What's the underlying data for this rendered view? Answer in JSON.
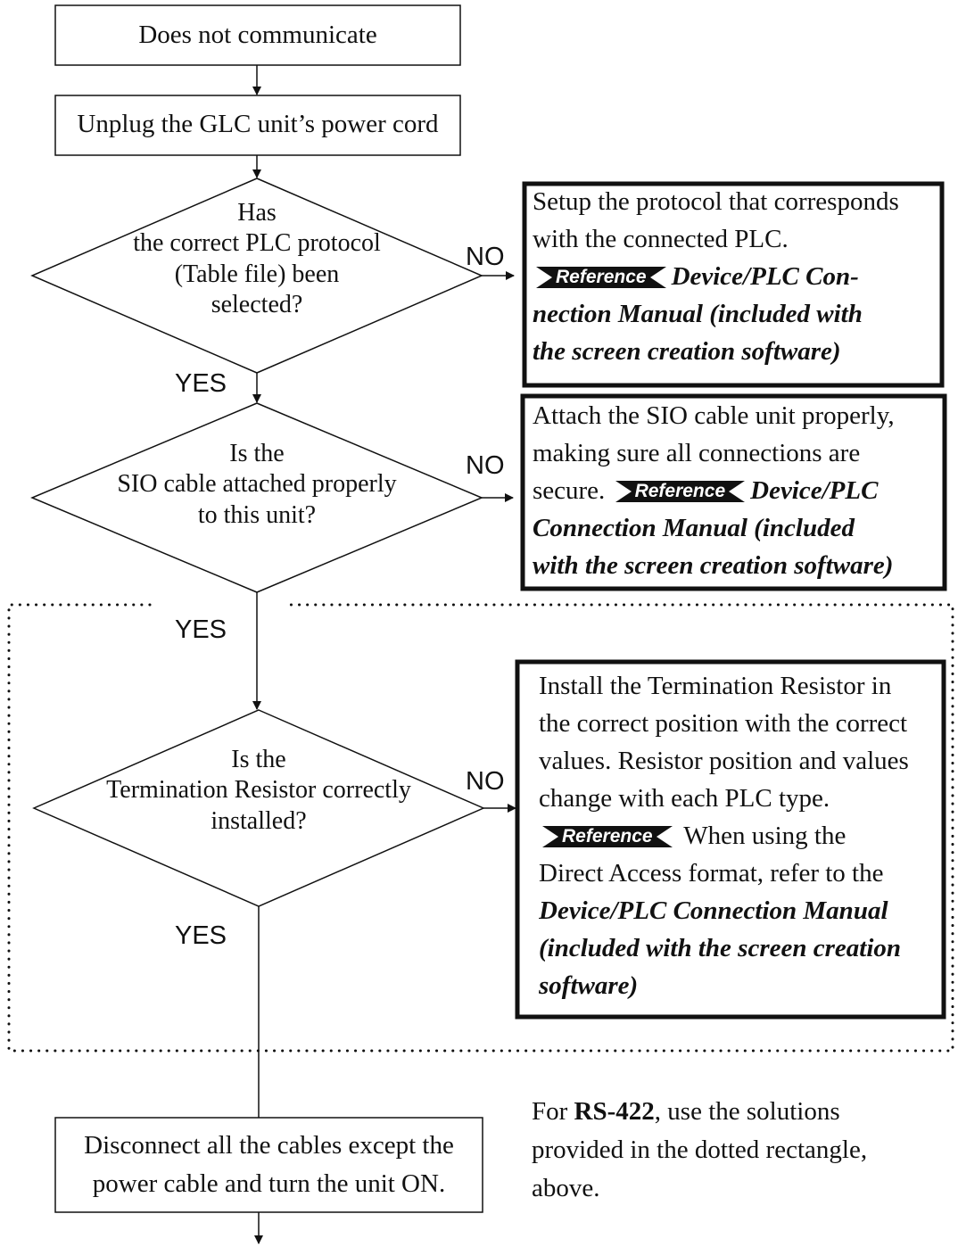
{
  "start_box": {
    "text": "Does not communicate"
  },
  "step_unplug": {
    "text": "Unplug the GLC unit’s power cord"
  },
  "decision_protocol": {
    "lines": [
      "Has",
      "the correct PLC protocol",
      "(Table file) been",
      "selected?"
    ],
    "no_label": "NO",
    "yes_label": "YES"
  },
  "solution_protocol": {
    "line1": "Setup the protocol that corresponds",
    "line2": "with the connected PLC.",
    "ref_badge": "Reference",
    "line3": "Device/PLC Con-",
    "line4": "nection Manual (included with",
    "line5": "the screen creation software)"
  },
  "decision_sio": {
    "lines": [
      "Is the",
      "SIO cable attached properly",
      "to this unit?"
    ],
    "no_label": "NO",
    "yes_label": "YES"
  },
  "solution_sio": {
    "line1": "Attach the SIO cable unit properly,",
    "line2": "making sure all connections are",
    "line3_lead": "secure.",
    "ref_badge": "Reference",
    "line3_tail": "Device/PLC",
    "line4": "Connection Manual (included",
    "line5": "with the screen creation software)"
  },
  "decision_resistor": {
    "lines": [
      "Is the",
      "Termination Resistor correctly",
      "installed?"
    ],
    "no_label": "NO",
    "yes_label": "YES"
  },
  "solution_resistor": {
    "line1": "Install the Termination Resistor in",
    "line2": "the correct position with the correct",
    "line3": "values. Resistor position and values",
    "line4": "change with each PLC type.",
    "ref_badge": "Reference",
    "line5_tail": "When using the",
    "line6": "Direct Access format, refer to the",
    "line7": "Device/PLC Connection Manual",
    "line8": "(included with the screen creation",
    "line9": "software)"
  },
  "step_disconnect": {
    "line1": "Disconnect all the cables except the",
    "line2": "power cable and turn the unit ON."
  },
  "footnote": {
    "lead": "For ",
    "bold": "RS-422",
    "tail": ", use the solutions",
    "line2": "provided in the dotted rectangle,",
    "line3": "above."
  }
}
